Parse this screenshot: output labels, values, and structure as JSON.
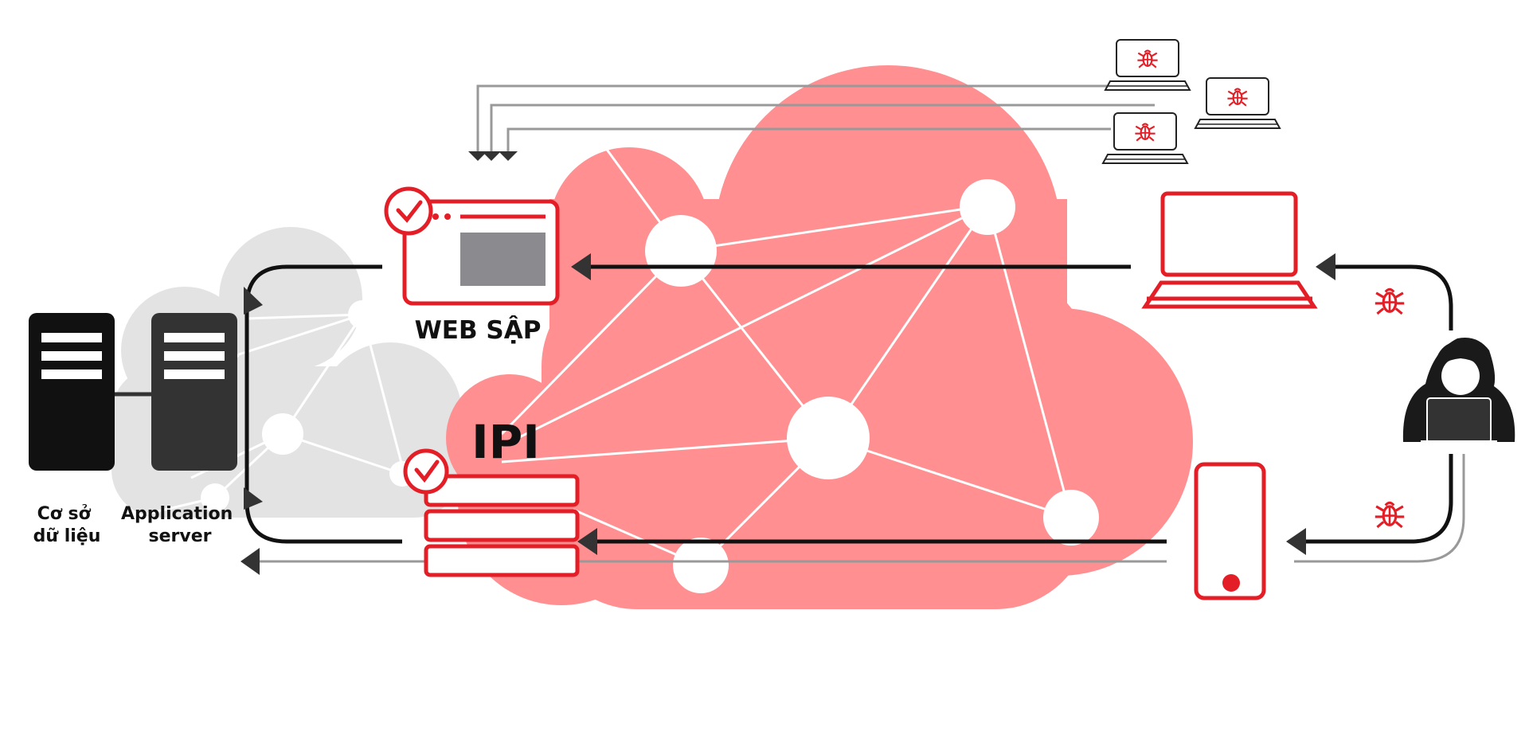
{
  "labels": {
    "database": [
      "Cơ sở",
      "dữ liệu"
    ],
    "app_server": [
      "Application",
      "server"
    ],
    "web_down": "WEB SẬP",
    "ipi": "IPI"
  },
  "colors": {
    "brand_red": "#e41e26",
    "cloud_pink": "#ff8f91",
    "cloud_gray": "#e3e3e3",
    "dark": "#222222",
    "gray_line": "#999999"
  },
  "icons": {
    "database": "server-icon",
    "app_server": "server-icon",
    "web_window": "browser-window-icon",
    "ipi": "stacked-layers-icon",
    "check": "checkmark-icon",
    "bug": "bug-icon",
    "laptop": "laptop-icon",
    "phone": "smartphone-icon",
    "hacker": "hacker-icon"
  }
}
